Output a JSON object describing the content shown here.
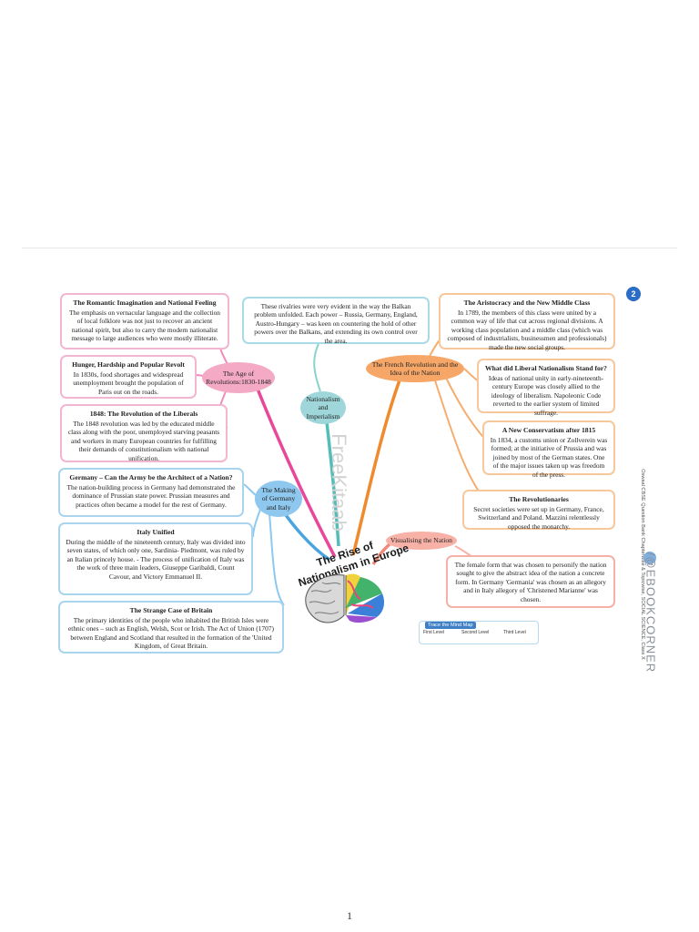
{
  "badge": "2",
  "watermark": "FreeKitaab",
  "center": {
    "line1": "The Rise of",
    "line2": "Nationalism in Europe"
  },
  "side_text": "Oswaal CBSE Question Bank Chapterwise & Topicwise, SOCIAL SCIENCE, Class X",
  "ebook_handle": "/@EBOOKCORNER",
  "nodes": {
    "age_of_revolutions": "The Age of Revolutions:1830-1848",
    "nationalism_imperialism": "Nationalism and Imperialism",
    "french_revolution": "The French Revolution and the Idea of the Nation",
    "making_germany_italy": "The Making of Germany and Italy",
    "visualising_nation": "Visualising the Nation"
  },
  "boxes": {
    "romantic": {
      "title": "The Romantic Imagination and National Feeling",
      "body": "The emphasis on vernacular language and the collection of local folklore was not just to recover an ancient national spirit, but also to carry the modern nationalist message to large audiences who were mostly illiterate."
    },
    "hunger": {
      "title": "Hunger, Hardship and Popular Revolt",
      "body": "In 1830s, food shortages and widespread unemployment brought the population of Paris out on the roads."
    },
    "revolution_liberals": {
      "title": "1848: The Revolution of the Liberals",
      "body": "The 1848 revolution was led by the educated middle class along with the poor, unemployed starving peasants and workers in many European countries for fulfilling their demands of constitutionalism with national unification."
    },
    "balkan": {
      "title": "",
      "body": "These rivalries were very evident in the way the Balkan problem unfolded. Each power – Russia, Germany, England, Austro-Hungary – was keen on countering the hold of other powers over the Balkans, and extending its own control over the area."
    },
    "aristocracy": {
      "title": "The Aristocracy and the New Middle Class",
      "body": "In 1789, the members of this class were united by a common way of life that cut across regional divisions. A working class population and a middle class (which was composed of industrialists, businessmen and professionals) made the new social groups."
    },
    "liberal_nationalism": {
      "title": "What did Liberal Nationalism Stand for?",
      "body": "Ideas of national unity in early-nineteenth-century Europe was closely allied to the ideology of liberalism. Napoleonic Code reverted to the earlier system of limited suffrage."
    },
    "conservatism": {
      "title": "A New Conservatism after 1815",
      "body": "In 1834, a customs union or Zollverein was formed; at the initiative of Prussia and was joined by most of the German states. One of the major issues taken up was freedom of the press."
    },
    "revolutionaries": {
      "title": "The Revolutionaries",
      "body": "Secret societies were set up in Germany, France, Switzerland and Poland. Mazzini relentlessly opposed the monarchy."
    },
    "germany_army": {
      "title": "Germany – Can the Army be the Architect of a Nation?",
      "body": "The nation-building process in Germany had demonstrated the dominance of Prussian state power. Prussian measures and practices often became a model for the rest of Germany."
    },
    "italy_unified": {
      "title": "Italy Unified",
      "body": "During the middle of the nineteenth century, Italy was divided into seven states, of which only one, Sardinia- Piedmont, was ruled by an Italian princely house. - The process of unification of Italy was the work of three main leaders, Giuseppe Garibaldi, Count Cavour, and Victory Emmanuel II."
    },
    "britain": {
      "title": "The Strange Case of Britain",
      "body": "The primary identities of the people who inhabited the British Isles were ethnic ones – such as English, Welsh, Scot or Irish. The Act of Union (1707) between England and Scotland that resulted in the formation of the 'United Kingdom, of Great Britain."
    },
    "female_form": {
      "title": "",
      "body": "The female form that was chosen to personify the nation sought to give the abstract idea of the nation a concrete form. In Germany 'Germania' was chosen as an allegory and in Italy allegory of 'Christened Marianne' was chosen."
    }
  },
  "legend": {
    "title": "Trace the Mind Map",
    "first": "First Level",
    "second": "Second Level",
    "third": "Third Level"
  },
  "page_number": "1"
}
